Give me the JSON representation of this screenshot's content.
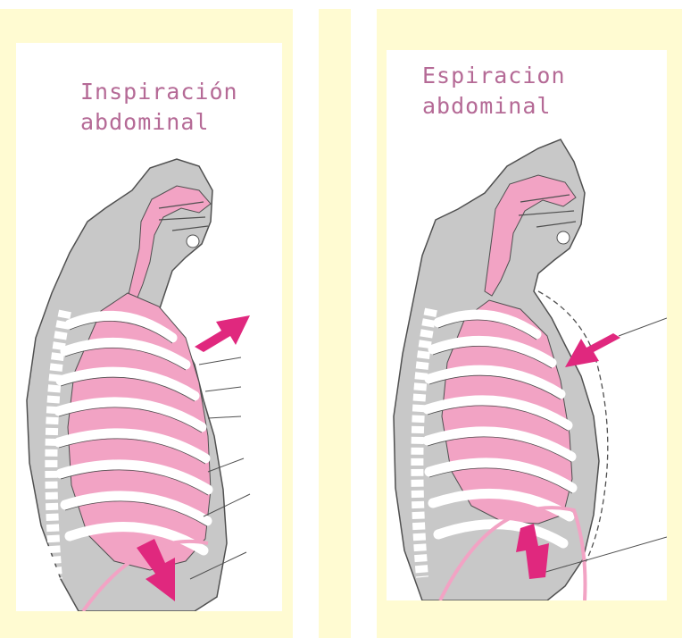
{
  "panels": [
    {
      "title_line1": "Inspiración",
      "title_line2": "abdominal"
    },
    {
      "title_line1": "Espiracion",
      "title_line2": "abdominal"
    }
  ],
  "colors": {
    "frame": "#fffbd2",
    "body": "#c8c8c8",
    "lung": "#f2a3c4",
    "rib": "#ffffff",
    "outline": "#505050",
    "arrow": "#e0287e",
    "text": "#b56a96"
  }
}
